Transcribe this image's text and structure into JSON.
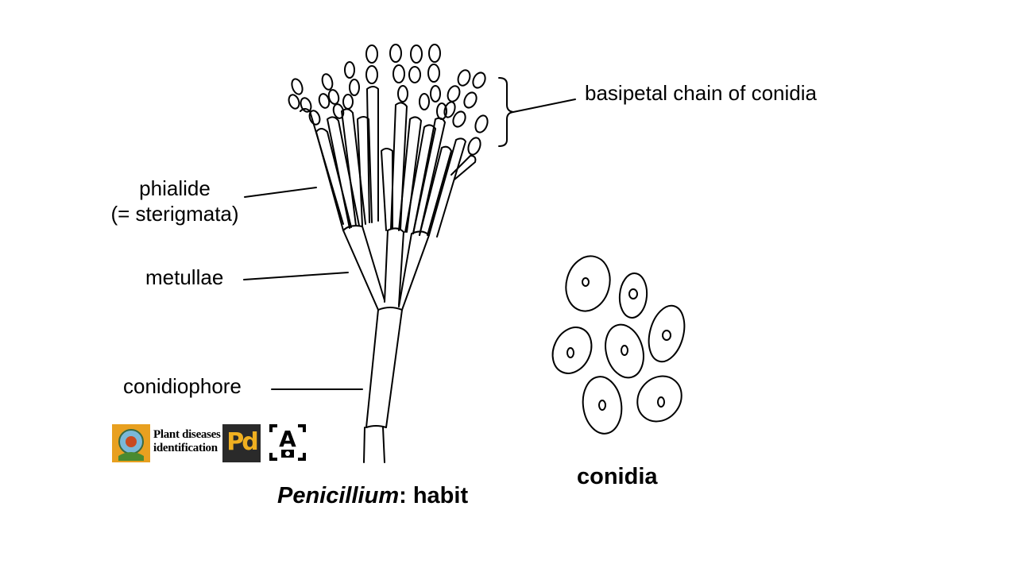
{
  "labels": {
    "basipetal_chain": "basipetal chain of conidia",
    "phialide_line1": "phialide",
    "phialide_line2": "(= sterigmata)",
    "metullae": "metullae",
    "conidiophore": "conidiophore",
    "conidia": "conidia"
  },
  "caption": {
    "genus": "Penicillium",
    "rest": ": habit"
  },
  "logos": [
    {
      "name": "plant-diseases-logo",
      "icon": "globe-leaf-icon",
      "text_line1": "Plant diseases",
      "text_line2": "identification",
      "bg": "#e8a020"
    },
    {
      "name": "pd-logo",
      "text": "Pd",
      "bg": "#2a2a2a",
      "fg": "#f0b020"
    },
    {
      "name": "a-camera-logo",
      "text": "A",
      "icon": "camera-icon"
    }
  ],
  "colors": {
    "ink": "#000000",
    "background": "#ffffff"
  }
}
